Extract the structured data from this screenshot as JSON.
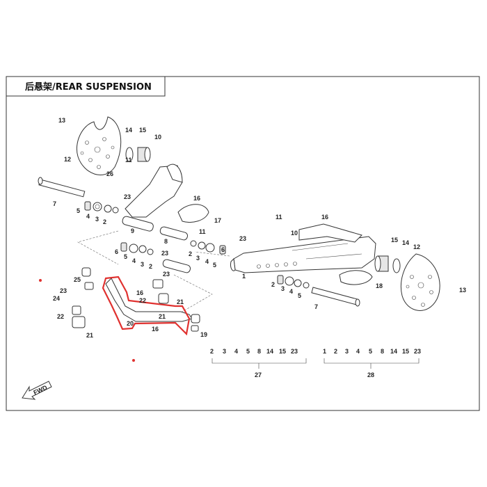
{
  "title": "后悬架/REAR SUSPENSION",
  "highlight_color": "#e0312f",
  "callouts": {
    "c13a": "13",
    "c12a": "12",
    "c14a": "14",
    "c15a": "15",
    "c10a": "10",
    "c11a": "11",
    "c26": "26",
    "c23a": "23",
    "c16a": "16",
    "c17": "17",
    "c11b": "11",
    "c7a": "7",
    "c5a": "5",
    "c4a": "4",
    "c3a": "3",
    "c2a": "2",
    "c9": "9",
    "c8": "8",
    "c6a": "6",
    "c5b": "5",
    "c4b": "4",
    "c3b": "3",
    "c2b": "2",
    "c23b": "23",
    "c2c": "2",
    "c3c": "3",
    "c4c": "4",
    "c5c": "5",
    "c6b": "6",
    "c23c": "23",
    "c11c": "11",
    "c10b": "10",
    "c16b": "16",
    "c1": "1",
    "c15b": "15",
    "c14b": "14",
    "c12b": "12",
    "c13b": "13",
    "c18": "18",
    "c2d": "2",
    "c3d": "3",
    "c4d": "4",
    "c5d": "5",
    "c7b": "7",
    "c25": "25",
    "c23d": "23",
    "c24": "24",
    "c22a": "22",
    "c21a": "21",
    "c16c": "16",
    "c22b": "22",
    "c21b": "21",
    "c20": "20",
    "c16d": "16",
    "c19": "19",
    "c23e": "23",
    "c21c": "21"
  },
  "kit27": {
    "items": [
      "2",
      "3",
      "4",
      "5",
      "8",
      "14",
      "15",
      "23"
    ],
    "label": "27"
  },
  "kit28": {
    "items": [
      "1",
      "2",
      "3",
      "4",
      "5",
      "8",
      "14",
      "15",
      "23"
    ],
    "label": "28"
  },
  "fwd_label": "FWD"
}
